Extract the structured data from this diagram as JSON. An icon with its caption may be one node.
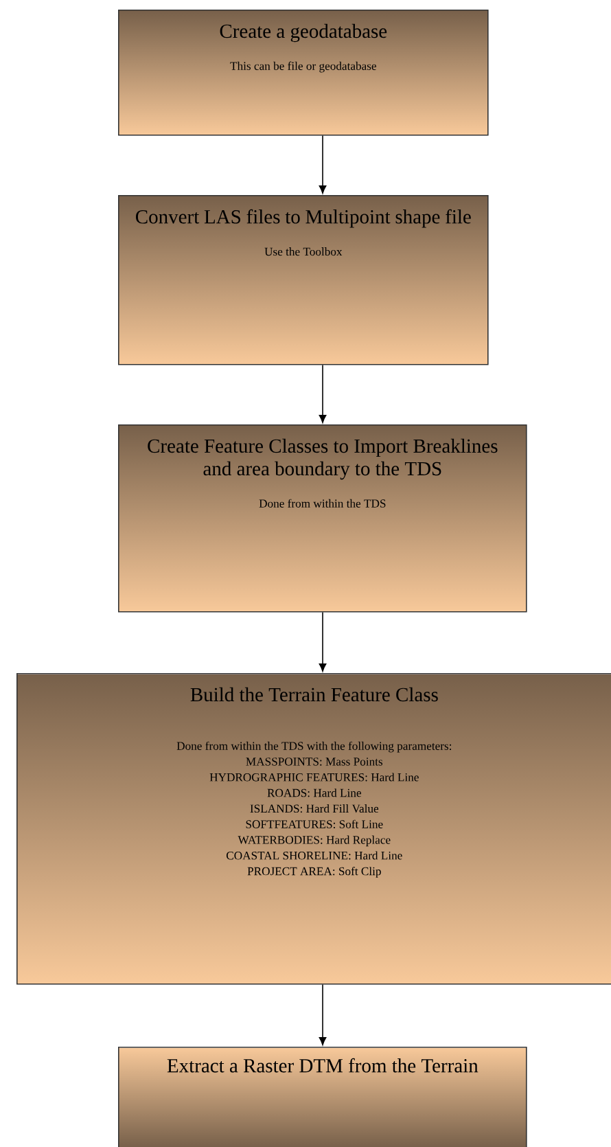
{
  "diagram": {
    "nodes": [
      {
        "text": [
          "Create a geodatabase",
          "This can be file or geodatabase"
        ]
      },
      {
        "text": [
          "Convert LAS files to Multipoint shape file",
          "Use the Toolbox"
        ]
      },
      {
        "text": [
          "Create Feature Classes to Import Breaklines and area boundary to the TDS",
          "Done from within the TDS"
        ]
      },
      {
        "text": [
          "Build the Terrain Feature Class",
          "Done from within the TDS with the following parameters:",
          "MASSPOINTS: Mass Points",
          "HYDROGRAPHIC FEATURES: Hard Line",
          "ROADS: Hard Line",
          "ISLANDS: Hard Fill Value",
          "SOFTFEATURES: Soft Line",
          "WATERBODIES: Hard Replace",
          "COASTAL SHORELINE: Hard Line",
          "PROJECT AREA: Soft Clip"
        ]
      },
      {
        "text": [
          "Extract a Raster DTM from the Terrain"
        ]
      }
    ],
    "edges": [
      {
        "from": 0,
        "to": 1,
        "arrow": "to"
      },
      {
        "from": 1,
        "to": 2,
        "arrow": "to"
      },
      {
        "from": 2,
        "to": 3,
        "arrow": "to"
      },
      {
        "from": 3,
        "to": 4,
        "arrow": "to"
      }
    ]
  }
}
